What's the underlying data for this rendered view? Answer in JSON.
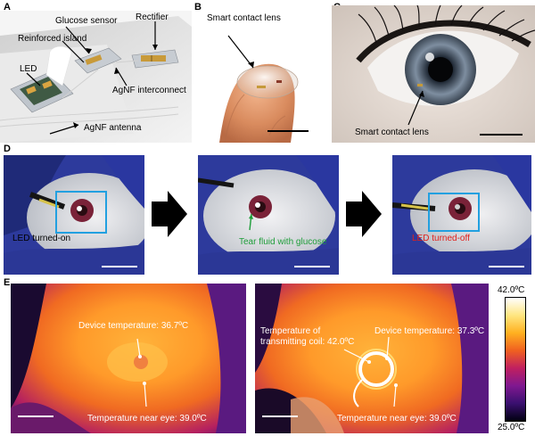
{
  "panels": {
    "a": {
      "letter": "A",
      "labels": {
        "glucose_sensor": "Glucose sensor",
        "rectifier": "Rectifier",
        "reinforced_island": "Reinforced island",
        "led": "LED",
        "agnf_interconnect": "AgNF interconnect",
        "agnf_antenna": "AgNF antenna"
      }
    },
    "b": {
      "letter": "B",
      "label": "Smart contact lens"
    },
    "c": {
      "letter": "C",
      "label": "Smart contact lens"
    },
    "d": {
      "letter": "D",
      "frames": [
        {
          "label": "LED turned-on",
          "label_color": "#000000"
        },
        {
          "label": "Tear fluid with glucose",
          "label_color": "#1f9e3a"
        },
        {
          "label": "LED turned-off",
          "label_color": "#e0201b"
        }
      ]
    },
    "e": {
      "letter": "E",
      "left": {
        "device_temp": "Device temperature: 36.7ºC",
        "eye_temp": "Temperature near eye: 39.0ºC"
      },
      "right": {
        "coil_temp_line1": "Temperature of",
        "coil_temp_line2": "transmitting coil: 42.0ºC",
        "device_temp": "Device temperature: 37.3ºC",
        "eye_temp": "Temperature near eye: 39.0ºC"
      },
      "colorbar": {
        "max_label": "42.0ºC",
        "min_label": "25.0ºC",
        "stops": [
          "#ffffff",
          "#ffe680",
          "#ffb020",
          "#f06020",
          "#c02060",
          "#801890",
          "#3a1070",
          "#000010"
        ]
      }
    }
  },
  "colors": {
    "highlight_box": "#22a0e0",
    "arrow_fill": "#000000"
  }
}
